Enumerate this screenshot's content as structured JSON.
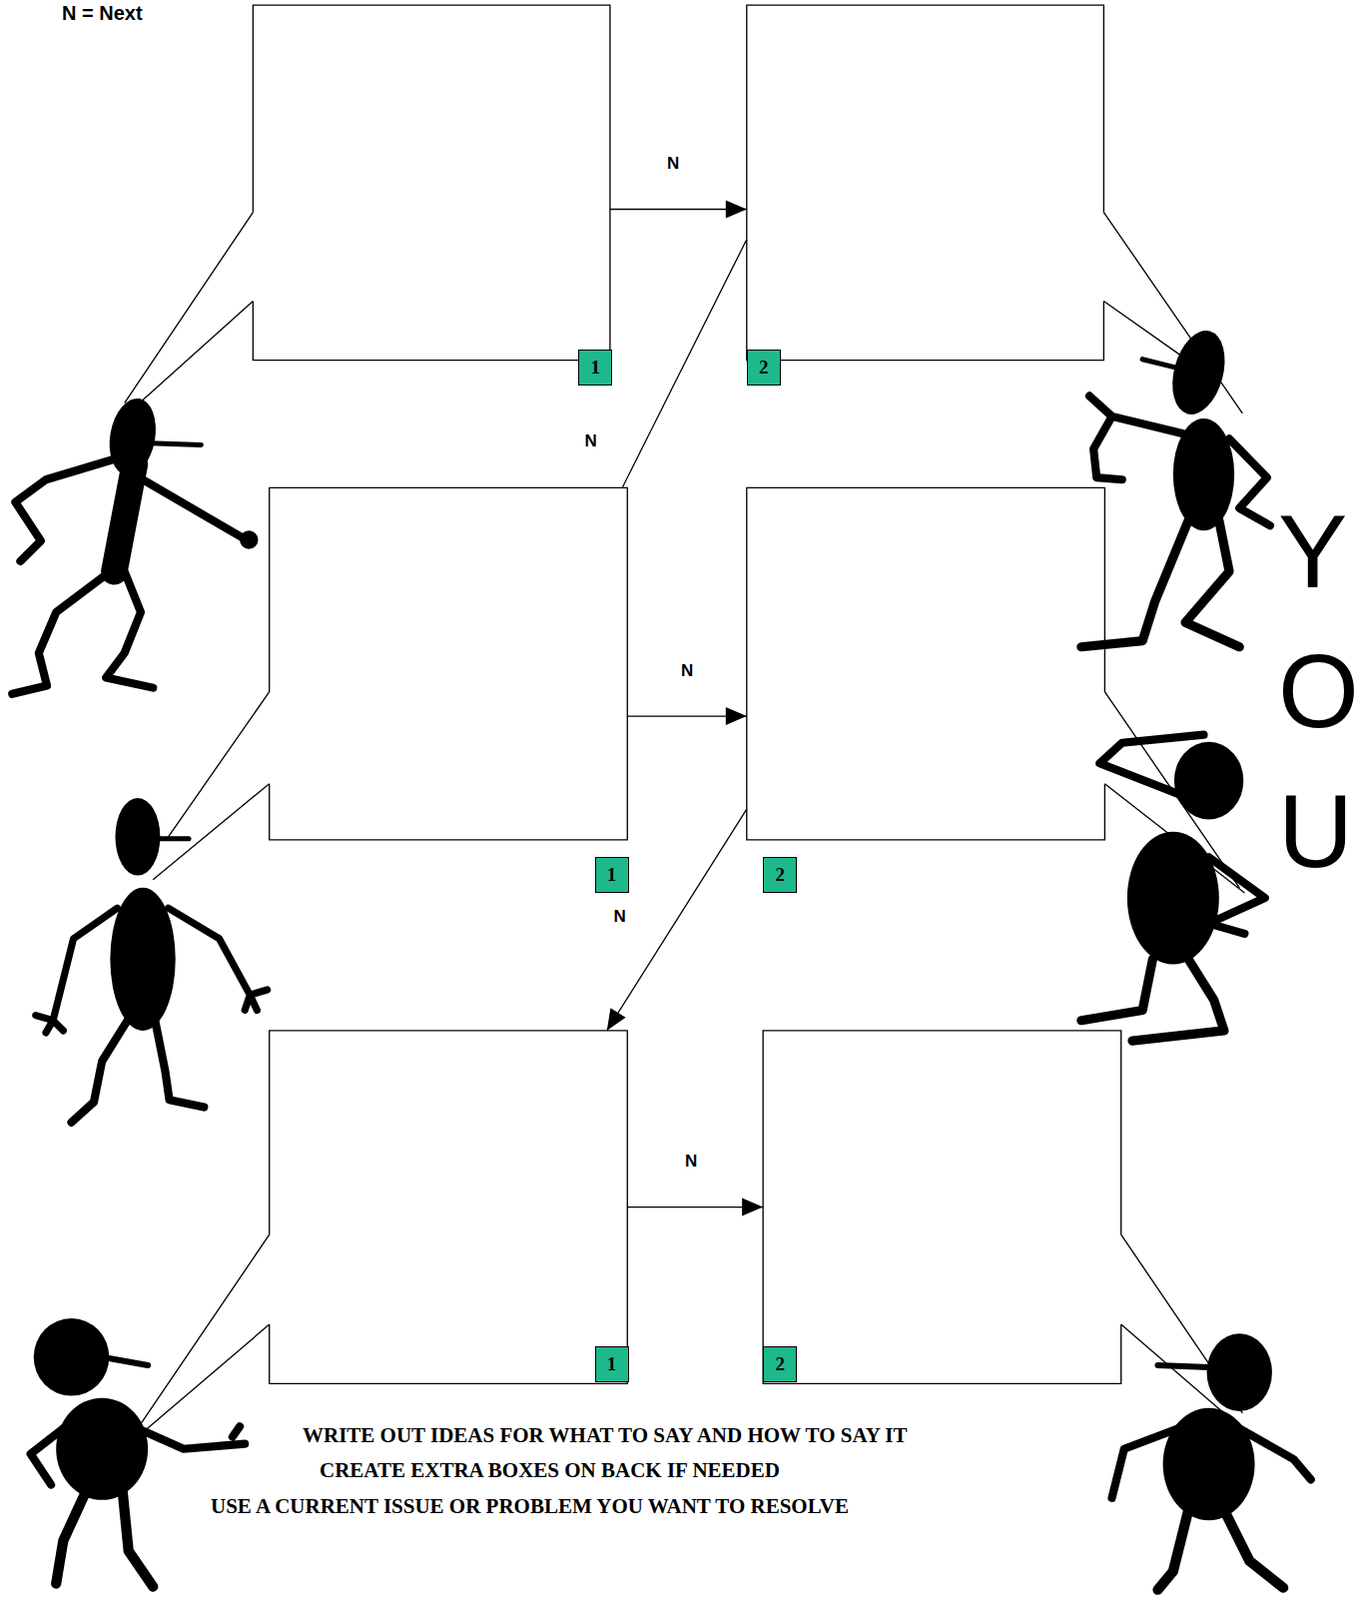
{
  "diagram": {
    "nodes": [
      {
        "text": [
          "1"
        ]
      },
      {
        "text": [
          "2"
        ]
      },
      {
        "text": [
          "1"
        ]
      },
      {
        "text": [
          "2"
        ]
      },
      {
        "text": [
          "1"
        ]
      },
      {
        "text": [
          "2"
        ]
      }
    ],
    "edges": [
      {
        "from": 0,
        "to": 1,
        "arrow": "to",
        "label": "N"
      },
      {
        "from": 1,
        "to": 2,
        "arrow": "none",
        "label": "N"
      },
      {
        "from": 2,
        "to": 3,
        "arrow": "to",
        "label": "N"
      },
      {
        "from": 3,
        "to": 4,
        "arrow": "to",
        "label": "N"
      },
      {
        "from": 4,
        "to": 5,
        "arrow": "to",
        "label": "N"
      }
    ],
    "labels": [
      "N = Next",
      "YOU",
      "WRITE OUT IDEAS FOR WHAT TO SAY AND HOW TO SAY IT",
      "CREATE EXTRA BOXES ON BACK IF NEEDED",
      "USE A CURRENT ISSUE OR PROBLEM YOU WANT TO RESOLVE"
    ]
  }
}
